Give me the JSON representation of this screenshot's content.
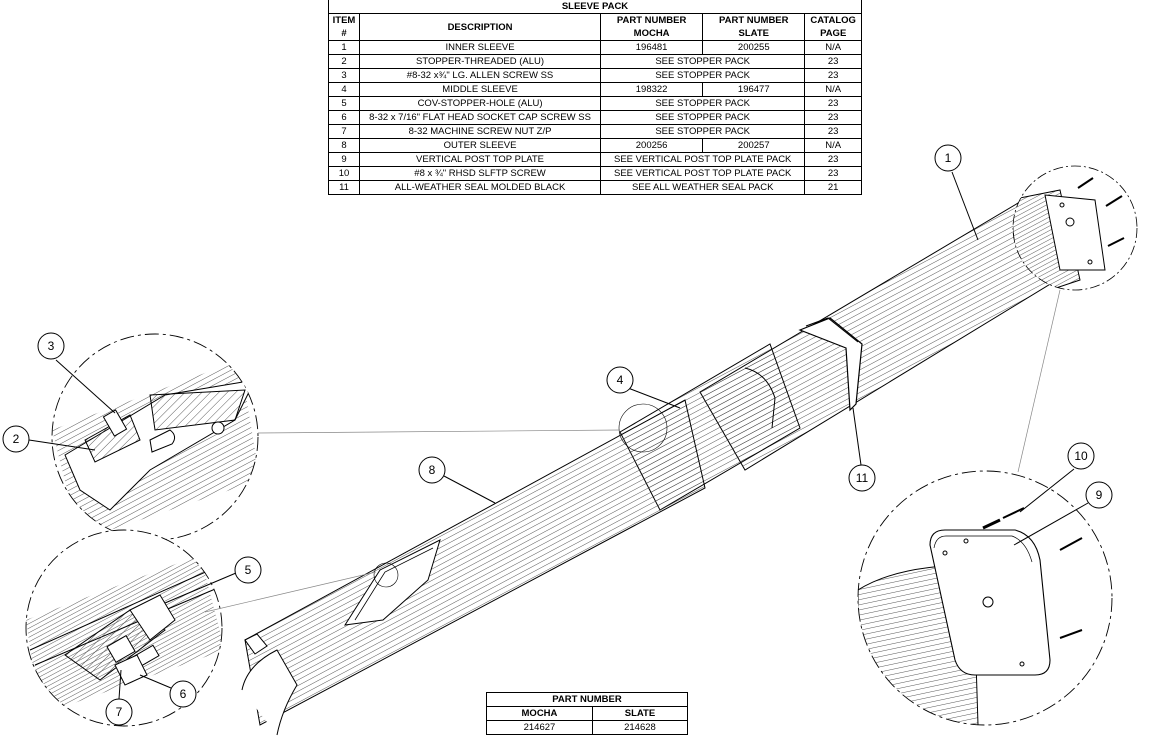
{
  "sleeve_table": {
    "title": "SLEEVE PACK",
    "headers": {
      "item": [
        "ITEM",
        "#"
      ],
      "description": "DESCRIPTION",
      "pn_mocha": [
        "PART NUMBER",
        "MOCHA"
      ],
      "pn_slate": [
        "PART NUMBER",
        "SLATE"
      ],
      "catalog": [
        "CATALOG",
        "PAGE"
      ]
    },
    "rows": [
      {
        "item": "1",
        "description": "INNER SLEEVE",
        "mocha": "196481",
        "slate": "200255",
        "page": "N/A"
      },
      {
        "item": "2",
        "description": "STOPPER-THREADED (ALU)",
        "span": "SEE STOPPER PACK",
        "page": "23"
      },
      {
        "item": "3",
        "description": "#8-32 x¾\" LG. ALLEN SCREW SS",
        "span": "SEE STOPPER PACK",
        "page": "23"
      },
      {
        "item": "4",
        "description": "MIDDLE SLEEVE",
        "mocha": "198322",
        "slate": "196477",
        "page": "N/A"
      },
      {
        "item": "5",
        "description": "COV-STOPPER-HOLE (ALU)",
        "span": "SEE STOPPER PACK",
        "page": "23"
      },
      {
        "item": "6",
        "description": "8-32 x 7/16\" FLAT HEAD SOCKET CAP SCREW SS",
        "span": "SEE STOPPER PACK",
        "page": "23"
      },
      {
        "item": "7",
        "description": "8-32 MACHINE SCREW NUT Z/P",
        "span": "SEE STOPPER PACK",
        "page": "23"
      },
      {
        "item": "8",
        "description": "OUTER SLEEVE",
        "mocha": "200256",
        "slate": "200257",
        "page": "N/A"
      },
      {
        "item": "9",
        "description": "VERTICAL POST TOP PLATE",
        "span": "SEE VERTICAL POST TOP PLATE PACK",
        "page": "23"
      },
      {
        "item": "10",
        "description": "#8 x ¾\" RHSD SLFTP SCREW",
        "span": "SEE VERTICAL POST TOP PLATE PACK",
        "page": "23"
      },
      {
        "item": "11",
        "description": "ALL-WEATHER SEAL MOLDED BLACK",
        "span": "SEE ALL WEATHER SEAL PACK",
        "page": "21"
      }
    ]
  },
  "part_table": {
    "title": "PART NUMBER",
    "headers": [
      "MOCHA",
      "SLATE"
    ],
    "values": [
      "214627",
      "214628"
    ]
  },
  "balloons": [
    "1",
    "2",
    "3",
    "4",
    "5",
    "6",
    "7",
    "8",
    "9",
    "10",
    "11"
  ]
}
